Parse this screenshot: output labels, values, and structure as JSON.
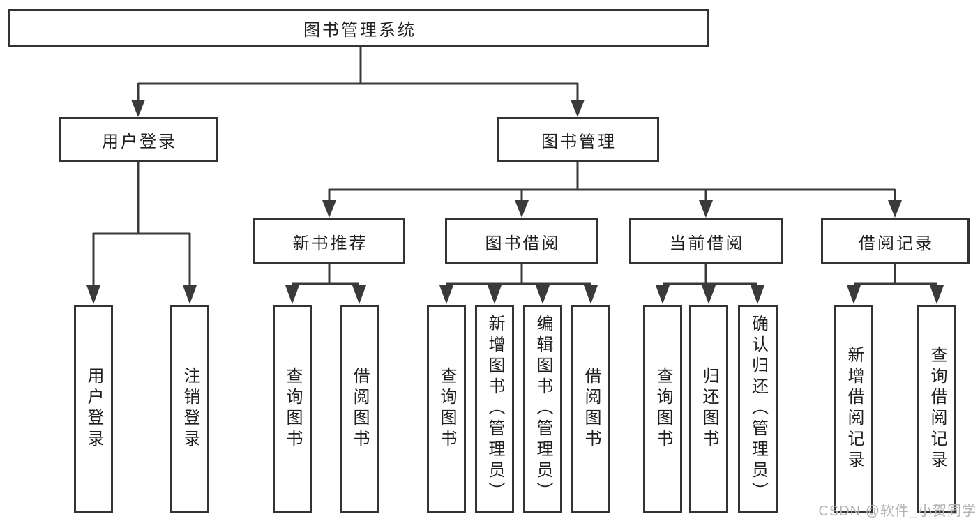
{
  "diagram": {
    "root": {
      "label": "图书管理系统"
    },
    "branches": [
      {
        "label": "用户登录",
        "children": [
          {
            "label": "用户登录"
          },
          {
            "label": "注销登录"
          }
        ]
      },
      {
        "label": "图书管理",
        "children": [
          {
            "label": "新书推荐",
            "children": [
              {
                "label": "查询图书"
              },
              {
                "label": "借阅图书"
              }
            ]
          },
          {
            "label": "图书借阅",
            "children": [
              {
                "label": "查询图书"
              },
              {
                "label": "新增图书（管理员）"
              },
              {
                "label": "编辑图书（管理员）"
              },
              {
                "label": "借阅图书"
              }
            ]
          },
          {
            "label": "当前借阅",
            "children": [
              {
                "label": "查询图书"
              },
              {
                "label": "归还图书"
              },
              {
                "label": "确认归还（管理员）"
              }
            ]
          },
          {
            "label": "借阅记录",
            "children": [
              {
                "label": "新增借阅记录"
              },
              {
                "label": "查询借阅记录"
              }
            ]
          }
        ]
      }
    ]
  },
  "watermark": "CSDN @软件_小贺同学",
  "colors": {
    "line": "#3a3a3a",
    "border": "#333333",
    "text": "#1f1f1f",
    "watermark": "#b2b2b2",
    "background": "#ffffff"
  }
}
